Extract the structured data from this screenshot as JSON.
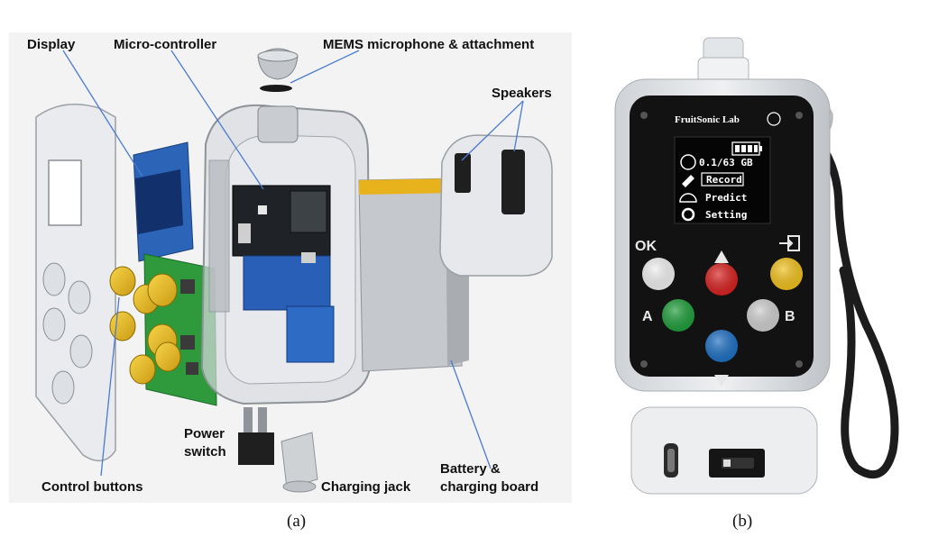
{
  "panel_a": {
    "labels": {
      "display": "Display",
      "microcontroller": "Micro-controller",
      "mems": "MEMS microphone & attachment",
      "speakers": "Speakers",
      "power_switch_1": "Power",
      "power_switch_2": "switch",
      "control_buttons": "Control buttons",
      "charging_jack": "Charging jack",
      "battery_1": "Battery &",
      "battery_2": "charging board"
    },
    "caption": "(a)"
  },
  "panel_b": {
    "brand": "FruitSonic Lab",
    "screen": {
      "storage": "0.1/63 GB",
      "record": "Record",
      "predict": "Predict",
      "setting": "Setting"
    },
    "buttons": {
      "ok": "OK",
      "a": "A",
      "b": "B"
    },
    "colors": {
      "white_button": "#f2f2f2",
      "red_button": "#d8201e",
      "yellow_button": "#f2c21c",
      "green_button": "#1e9e3a",
      "grey_button": "#cfcfcf",
      "blue_button": "#1d6fc4"
    },
    "caption": "(b)"
  }
}
